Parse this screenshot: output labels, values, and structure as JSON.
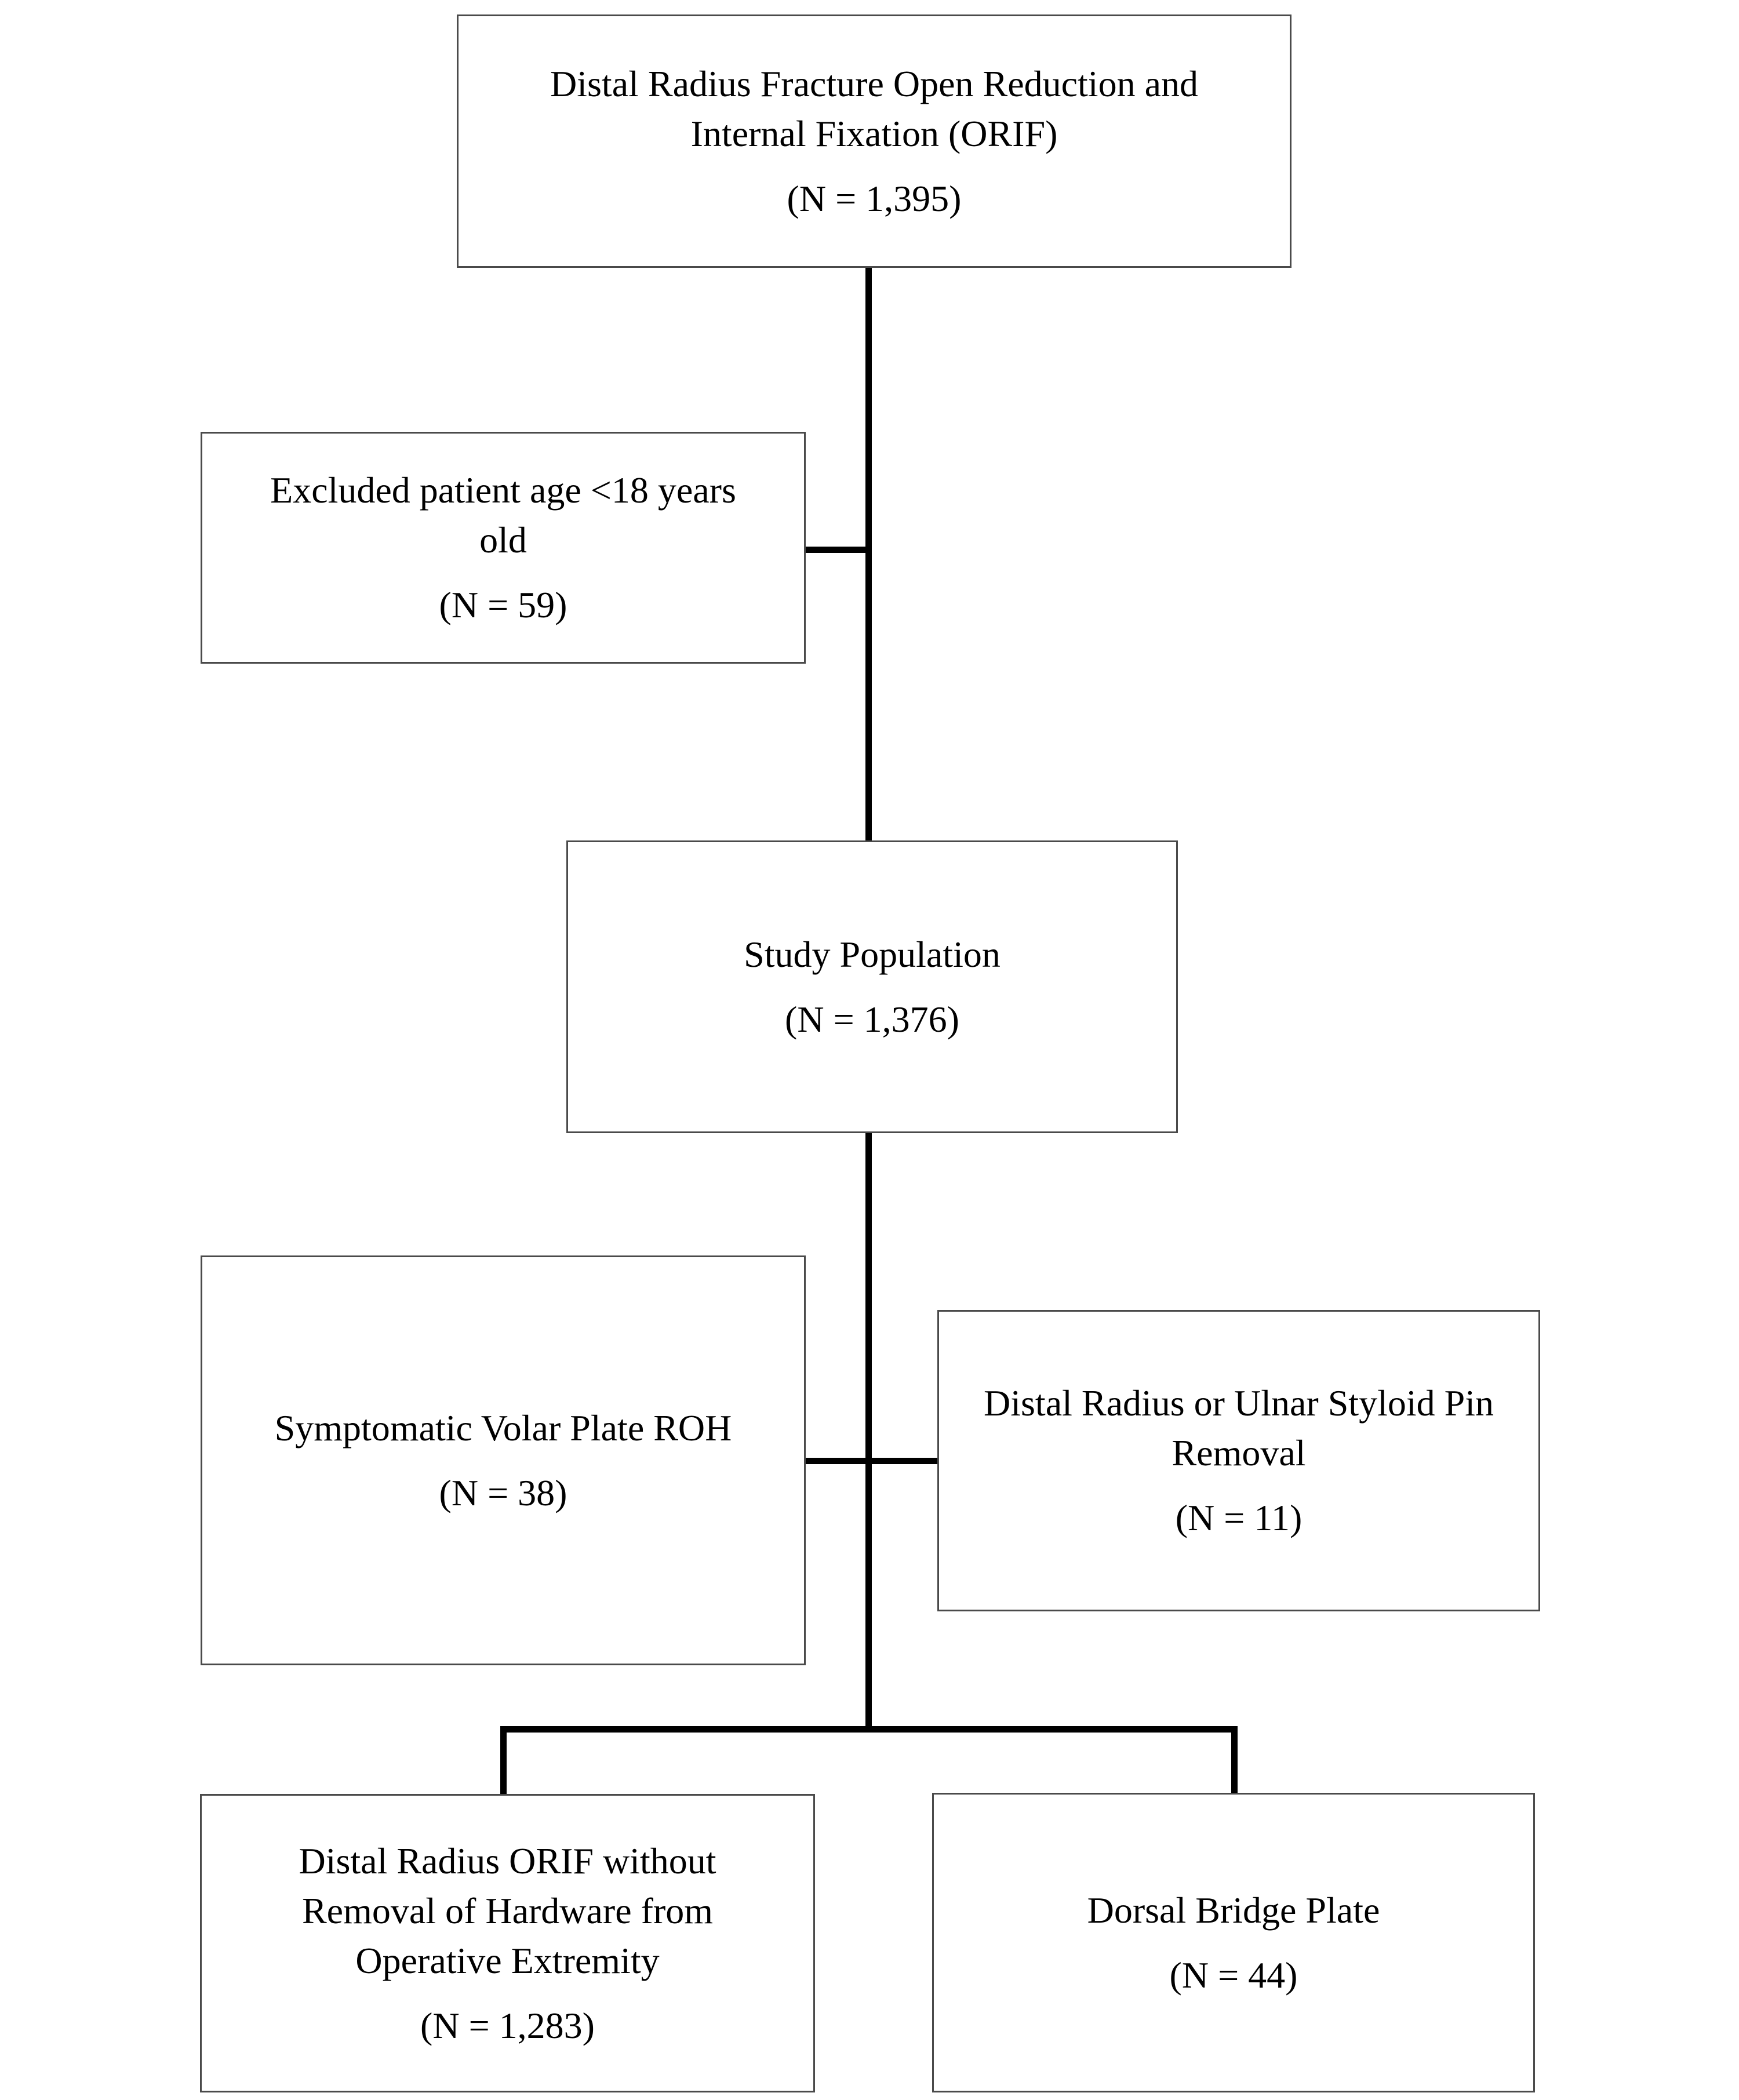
{
  "nodes": [
    {
      "id": "orif-total",
      "title": "Distal Radius Fracture Open Reduction and\nInternal Fixation (ORIF)",
      "n": "(N = 1,395)"
    },
    {
      "id": "excluded-age",
      "title": "Excluded patient age <18 years\nold",
      "n": "(N = 59)"
    },
    {
      "id": "study-population",
      "title": "Study Population",
      "n": "(N = 1,376)"
    },
    {
      "id": "volar-plate-roh",
      "title": "Symptomatic Volar Plate ROH",
      "n": "(N = 38)"
    },
    {
      "id": "pin-removal",
      "title": "Distal Radius or Ulnar Styloid Pin\nRemoval",
      "n": "(N = 11)"
    },
    {
      "id": "orif-without-roh",
      "title": "Distal Radius ORIF without\nRemoval of Hardware from\nOperative Extremity",
      "n": "(N = 1,283)"
    },
    {
      "id": "dorsal-bridge-plate",
      "title": "Dorsal Bridge Plate",
      "n": "(N = 44)"
    }
  ],
  "colors": {
    "connector": "#000000",
    "box_border": "#4a4a4a",
    "background": "#ffffff",
    "text": "#000000"
  }
}
